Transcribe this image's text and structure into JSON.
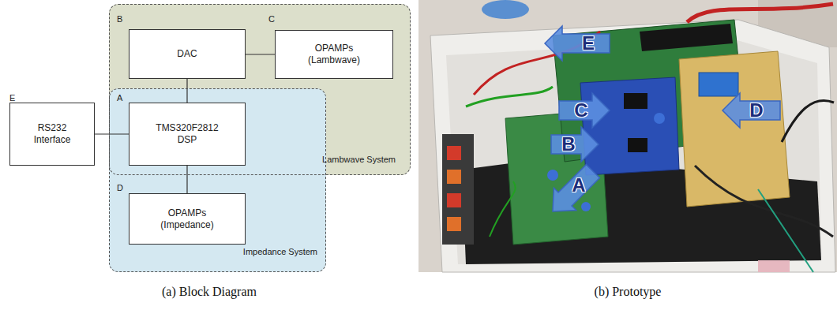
{
  "diagram": {
    "nodes": [
      {
        "text": [
          "Lambwave System"
        ]
      },
      {
        "text": [
          "B",
          "DAC"
        ],
        "in": 0
      },
      {
        "text": [
          "C",
          "OPAMPs (Lambwave)"
        ],
        "in": 0
      },
      {
        "text": [
          "Impedance System"
        ]
      },
      {
        "text": [
          "A",
          "TMS320F2812 DSP"
        ],
        "in": 3
      },
      {
        "text": [
          "D",
          "OPAMPs (Impedance)"
        ],
        "in": 3
      },
      {
        "text": [
          "E",
          "RS232 Interface"
        ]
      }
    ],
    "edges": [
      {
        "from": 1,
        "to": 2,
        "arrow": "none"
      },
      {
        "from": 1,
        "to": 4,
        "arrow": "none"
      },
      {
        "from": 6,
        "to": 4,
        "arrow": "none"
      },
      {
        "from": 4,
        "to": 5,
        "arrow": "none"
      }
    ],
    "labels": [
      "E",
      "C",
      "D",
      "B",
      "A",
      "(a) Block Diagram",
      "(b) Prototype"
    ]
  }
}
